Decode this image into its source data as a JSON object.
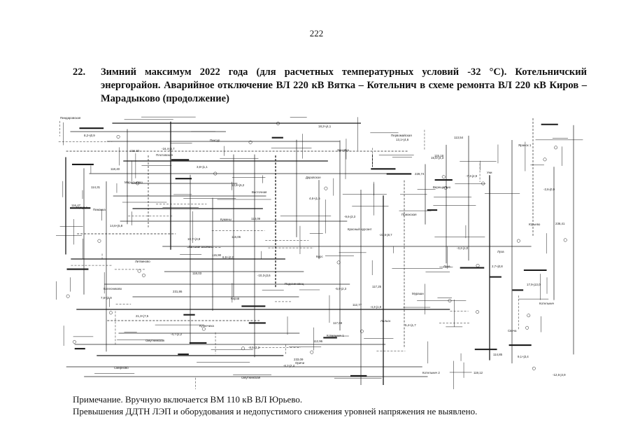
{
  "page_number": "222",
  "section": {
    "number": "22.",
    "title": "Зимний максимум 2022 года (для расчетных температурных условий -32 °С). Котельничский энергорайон. Аварийное отключение ВЛ 220 кВ Вятка – Котельнич в схеме ремонта ВЛ 220 кВ Киров – Марадыково (продолжение)"
  },
  "diagram": {
    "nodes": [
      "Пиндаровская",
      "Плотовская",
      "Восточная",
      "Красный курсант",
      "Луза",
      "Котельнич",
      "Омутнинская",
      "Омутнинская",
      "Зиновка",
      "Верещагино",
      "Юрьево",
      "Литвиново",
      "Киров",
      "Котельнич 1",
      "Котельнич 2",
      "Яранск 1",
      "Марадыково",
      "Кумены",
      "Кирс",
      "Мураши",
      "Свеча",
      "Смирново",
      "Пиксур",
      "Даровское",
      "Приокская",
      "Луза",
      "Колесниково",
      "Кузнечиха",
      "Оричи",
      "Первомайская",
      "Уни",
      "Пижанка",
      "Вятские поляны",
      "Подосиновец",
      "Лальск"
    ],
    "values": [
      "8,2+j0,9",
      "12,8+j5,2",
      "-23,5-j8,7",
      "17,9-j13,0",
      "-4,7-j1,2",
      "18,2+j4,1",
      "-7,3-j2,9",
      "14,6+j5,8",
      "-10,3-j3,6",
      "5,4+j1,7",
      "-12,6-j4,9",
      "3,8+j1,1",
      "-9,6-j3,3",
      "2,7+j0,8",
      "21,3+j7,5",
      "-6,2-j2,4",
      "15,5+j4,3",
      "-11,8-j5,1",
      "6,9+j2,2",
      "-4,3-j1,8",
      "9,1+j3,4",
      "-16,4-j6,7",
      "4,6+j1,5",
      "-3,2-j1,0",
      "7,8+j2,9",
      "-8,5-j3,2",
      "13,1+j4,6",
      "-2,6-j0,9",
      "10,7+j3,8",
      "-5,9-j2,3"
    ],
    "buses": [
      "115,32",
      "113,09",
      "117,25",
      "114,85",
      "118,40",
      "116,06",
      "112,77",
      "119,12",
      "114,31",
      "115,90",
      "117,68",
      "113,54",
      "116,47",
      "118,03",
      "112,96",
      "115,18",
      "236,41",
      "231,86",
      "233,09",
      "229,74"
    ]
  },
  "notes": [
    "Примечание. Вручную включается ВМ 110 кВ ВЛ Юрьево.",
    "Превышения ДДТН ЛЭП и оборудования и недопустимого снижения уровней напряжения не выявлено."
  ]
}
